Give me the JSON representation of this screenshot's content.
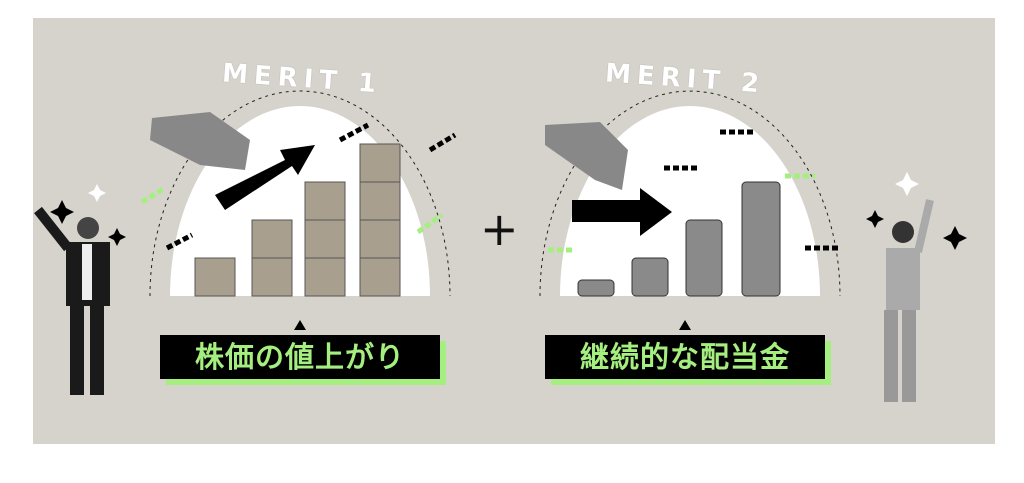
{
  "merits": [
    {
      "heading": "MERIT 1",
      "caption": "株価の値上がり"
    },
    {
      "heading": "MERIT 2",
      "caption": "継続的な配当金"
    }
  ],
  "connector": "+",
  "colors": {
    "background": "#d5d3cb",
    "accent": "#a4ef7f",
    "label_bg": "#000000"
  }
}
